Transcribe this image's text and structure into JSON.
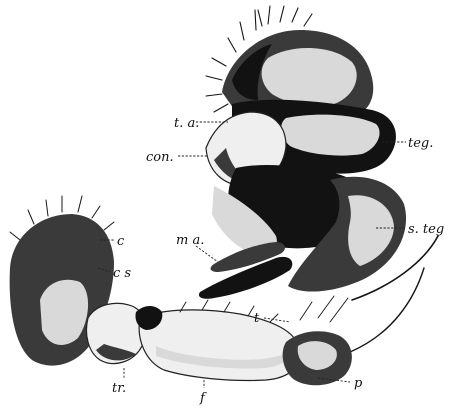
{
  "figure": {
    "labels": {
      "ta": "t. a.",
      "con": "con.",
      "teg": "teg.",
      "ma": "m a.",
      "steg": "s. teg",
      "c": "c",
      "cs": "c s",
      "t": "t",
      "p": "p",
      "tr": "tr.",
      "f": "f"
    }
  }
}
